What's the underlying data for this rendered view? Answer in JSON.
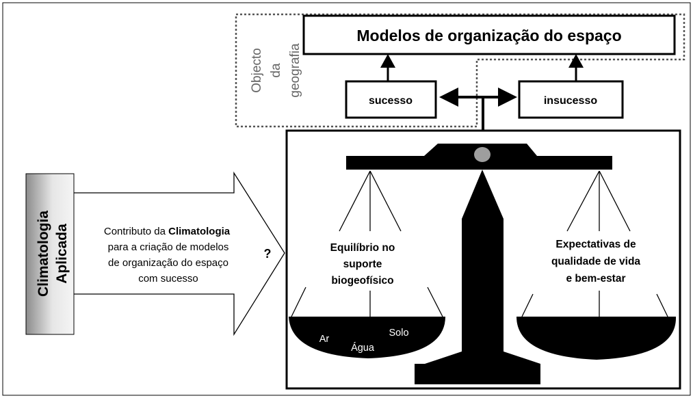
{
  "top_box": {
    "title": "Modelos de organização do espaço"
  },
  "object_label": {
    "line1": "Objecto",
    "line2": "da",
    "line3": "geografia"
  },
  "outcomes": {
    "success": "sucesso",
    "failure": "insucesso"
  },
  "side_tab": {
    "line1": "Climatologia",
    "line2": "Aplicada"
  },
  "arrow_text": {
    "line1_pre": "Contributo da ",
    "line1_bold": "Climatologia",
    "line2": "para a criação de modelos",
    "line3": "de organização do espaço",
    "line4": "com sucesso",
    "question": "?"
  },
  "left_pan": {
    "line1": "Equilíbrio no",
    "line2": "suporte",
    "line3": "biogeofísico",
    "items": [
      "Ar",
      "Água",
      "Solo"
    ]
  },
  "right_pan": {
    "line1": "Expectativas de",
    "line2": "qualidade de  vida",
    "line3": "e bem-estar"
  },
  "colors": {
    "ink": "#000000",
    "pivot": "#9e9e9e",
    "tab_gradient_light": "#f2f2f2",
    "tab_gradient_dark": "#8c8c8c",
    "dotted": "#555555"
  }
}
